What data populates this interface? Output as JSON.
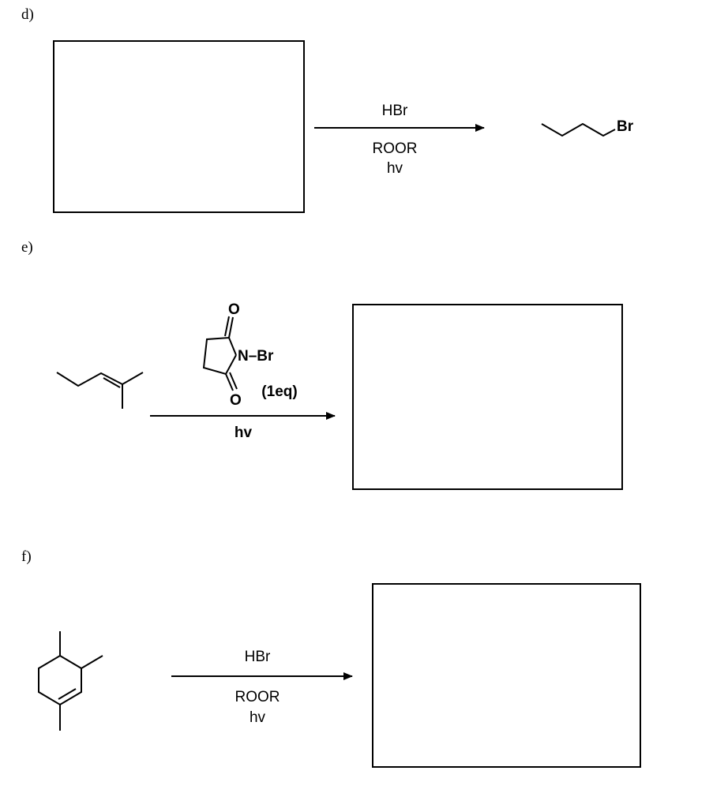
{
  "problems": [
    {
      "label": "d)",
      "reagents": {
        "above": "HBr",
        "below_1": "ROOR",
        "below_2": "hv"
      },
      "product_atom": "Br"
    },
    {
      "label": "e)",
      "reagent_atoms": {
        "carbonyl_o_top": "O",
        "carbonyl_o_bottom": "O",
        "n_br": "N–Br"
      },
      "equiv": "(1eq)",
      "below": "hv"
    },
    {
      "label": "f)",
      "reagents": {
        "above": "HBr",
        "below_1": "ROOR",
        "below_2": "hv"
      }
    }
  ]
}
